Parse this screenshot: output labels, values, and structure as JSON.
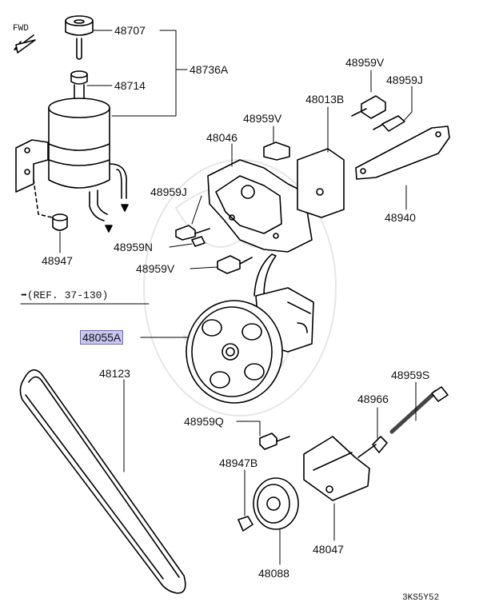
{
  "diagram": {
    "orientation_label": "FWD",
    "reference": "➡(REF. 37-130)",
    "figure_code": "3KS5Y52",
    "highlight_color": "#c9c6f0",
    "parts": {
      "p48707": "48707",
      "p48714": "48714",
      "p48736A": "48736A",
      "p48947": "48947",
      "p48959V_top": "48959V",
      "p48959J_top": "48959J",
      "p48013B": "48013B",
      "p48959V_mid": "48959V",
      "p48046": "48046",
      "p48959J_mid": "48959J",
      "p48940": "48940",
      "p48959N": "48959N",
      "p48959V_low": "48959V",
      "p48055A": "48055A",
      "p48123": "48123",
      "p48959S": "48959S",
      "p48966": "48966",
      "p48959Q": "48959Q",
      "p48947B": "48947B",
      "p48047": "48047",
      "p48088": "48088"
    }
  }
}
